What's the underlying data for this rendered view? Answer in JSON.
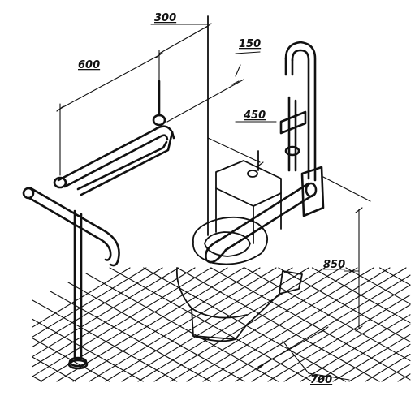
{
  "dimensions": {
    "d600": "600",
    "d300": "300",
    "d150": "150",
    "d450": "450",
    "d850": "850",
    "d700": "700"
  },
  "colors": {
    "ink": "#111111",
    "background": "#ffffff"
  }
}
